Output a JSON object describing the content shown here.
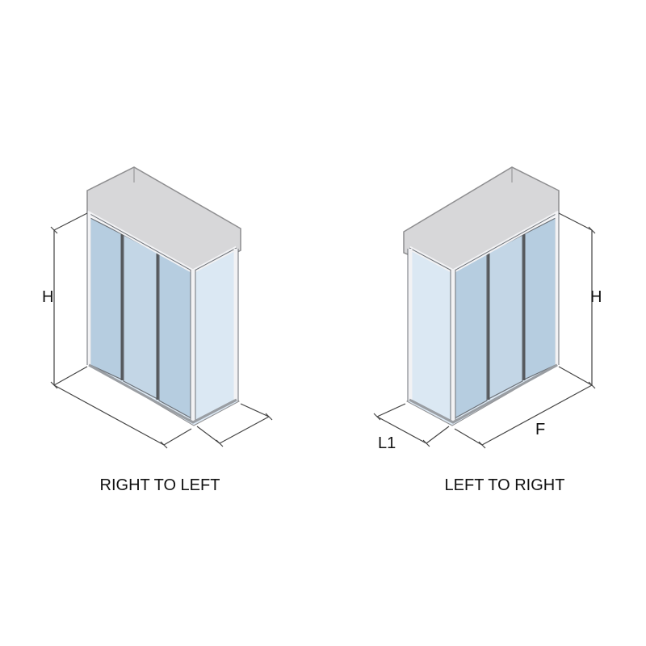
{
  "left_diagram": {
    "caption": "RIGHT TO LEFT",
    "height_label": "H"
  },
  "right_diagram": {
    "caption": "LEFT TO RIGHT",
    "height_label": "H",
    "width_label": "F",
    "depth_label": "L1"
  },
  "colors": {
    "wall": "#d7d7d9",
    "wall_stroke": "#8e8e90",
    "glass": "#b6cde0",
    "glass_light": "#dbe8f3",
    "floor": "#dde9f4",
    "frame": "#f2f2f4",
    "frame_dark": "#55585c",
    "dimension_line": "#444444"
  }
}
